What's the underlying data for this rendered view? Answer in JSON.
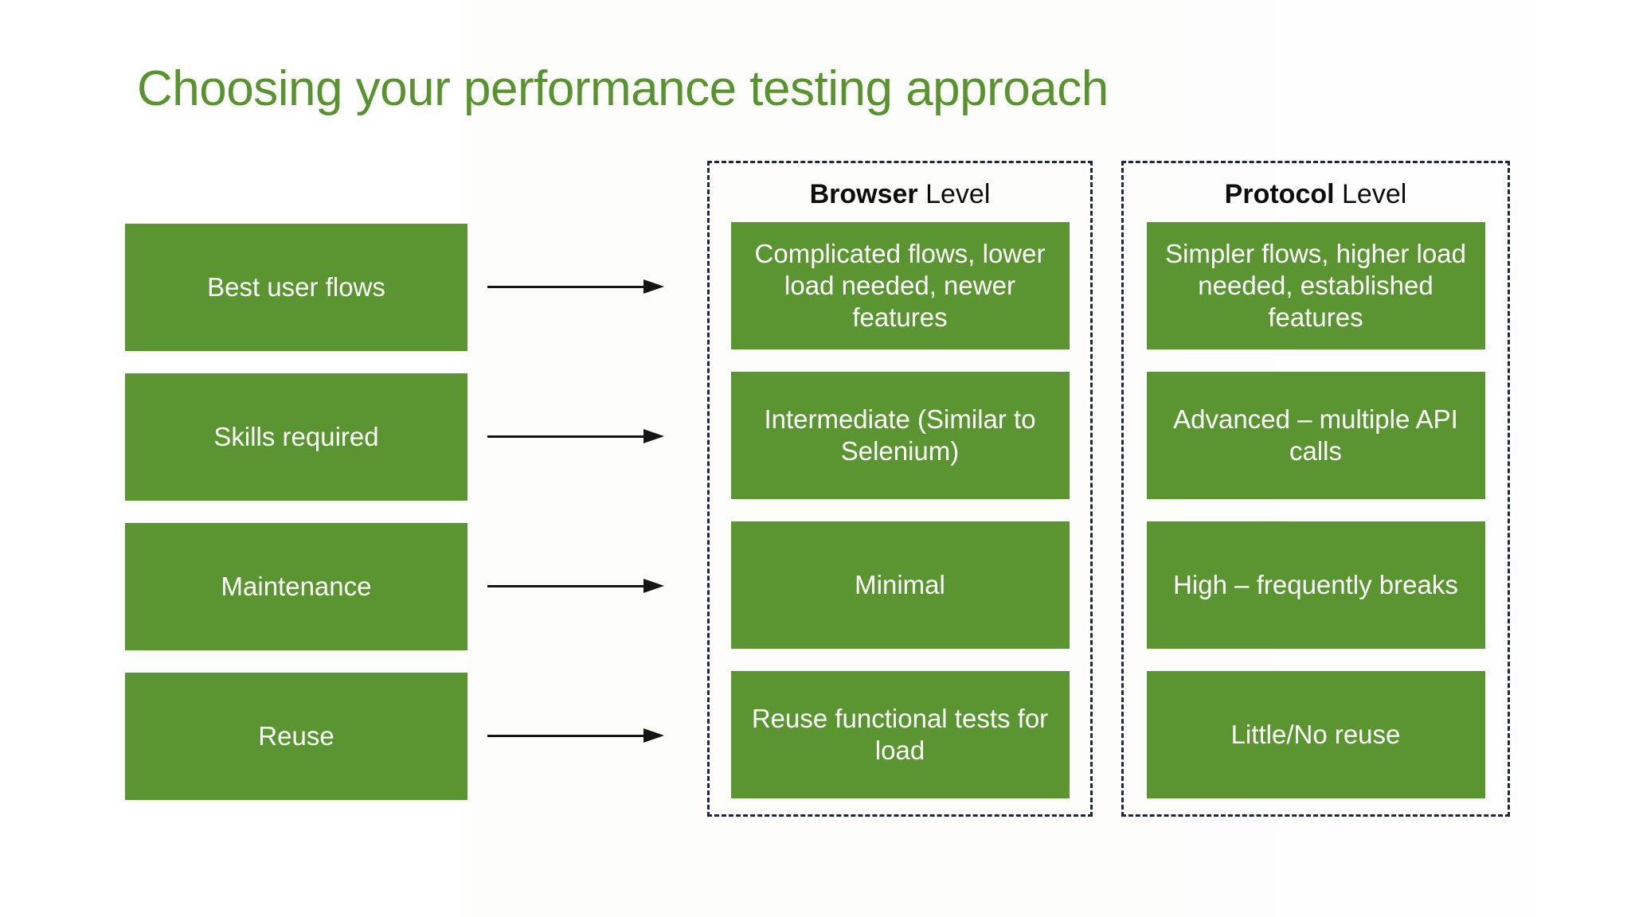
{
  "slide": {
    "title": "Choosing your performance testing approach",
    "title_color": "#59932F",
    "accent_box_color": "#5A9532",
    "panel_border_color": "#1C2541"
  },
  "criteria": {
    "items": [
      {
        "label": "Best user flows"
      },
      {
        "label": "Skills required"
      },
      {
        "label": "Maintenance"
      },
      {
        "label": "Reuse"
      }
    ]
  },
  "columns": {
    "browser": {
      "heading_strong": "Browser",
      "heading_rest": " Level",
      "values": [
        {
          "text": "Complicated flows, lower load needed, newer features"
        },
        {
          "text": "Intermediate (Similar to Selenium)"
        },
        {
          "text": "Minimal"
        },
        {
          "text": "Reuse functional tests for load"
        }
      ]
    },
    "protocol": {
      "heading_strong": "Protocol",
      "heading_rest": " Level",
      "values": [
        {
          "text": "Simpler flows, higher load needed, established features"
        },
        {
          "text": "Advanced – multiple API calls"
        },
        {
          "text": "High – frequently breaks"
        },
        {
          "text": "Little/No reuse"
        }
      ]
    }
  }
}
